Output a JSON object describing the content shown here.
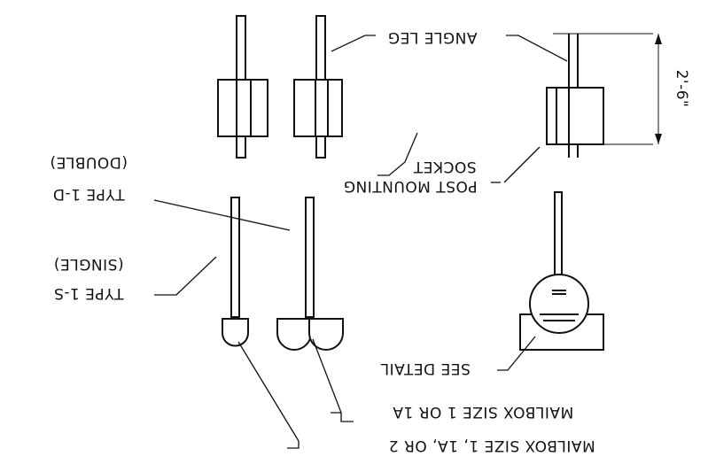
{
  "diagram": {
    "labels": {
      "type_1d_line1": "TYPE 1-D",
      "type_1d_line2": "(DOUBLE)",
      "type_1s_line1": "TYPE 1-S",
      "type_1s_line2": "(SINGLE)",
      "angle_leg": "ANGLE LEG",
      "post_mounting": "POST MOUNTING",
      "socket": "SOCKET",
      "dimension": "2'-6\"",
      "see_detail": "SEE DETAIL",
      "mailbox_size_1_1a": "MAILBOX SIZE 1 OR 1A",
      "mailbox_size_1_1a_2": "MAILBOX SIZE 1, 1A, OR 2"
    },
    "orientation": "rotated 180°"
  }
}
